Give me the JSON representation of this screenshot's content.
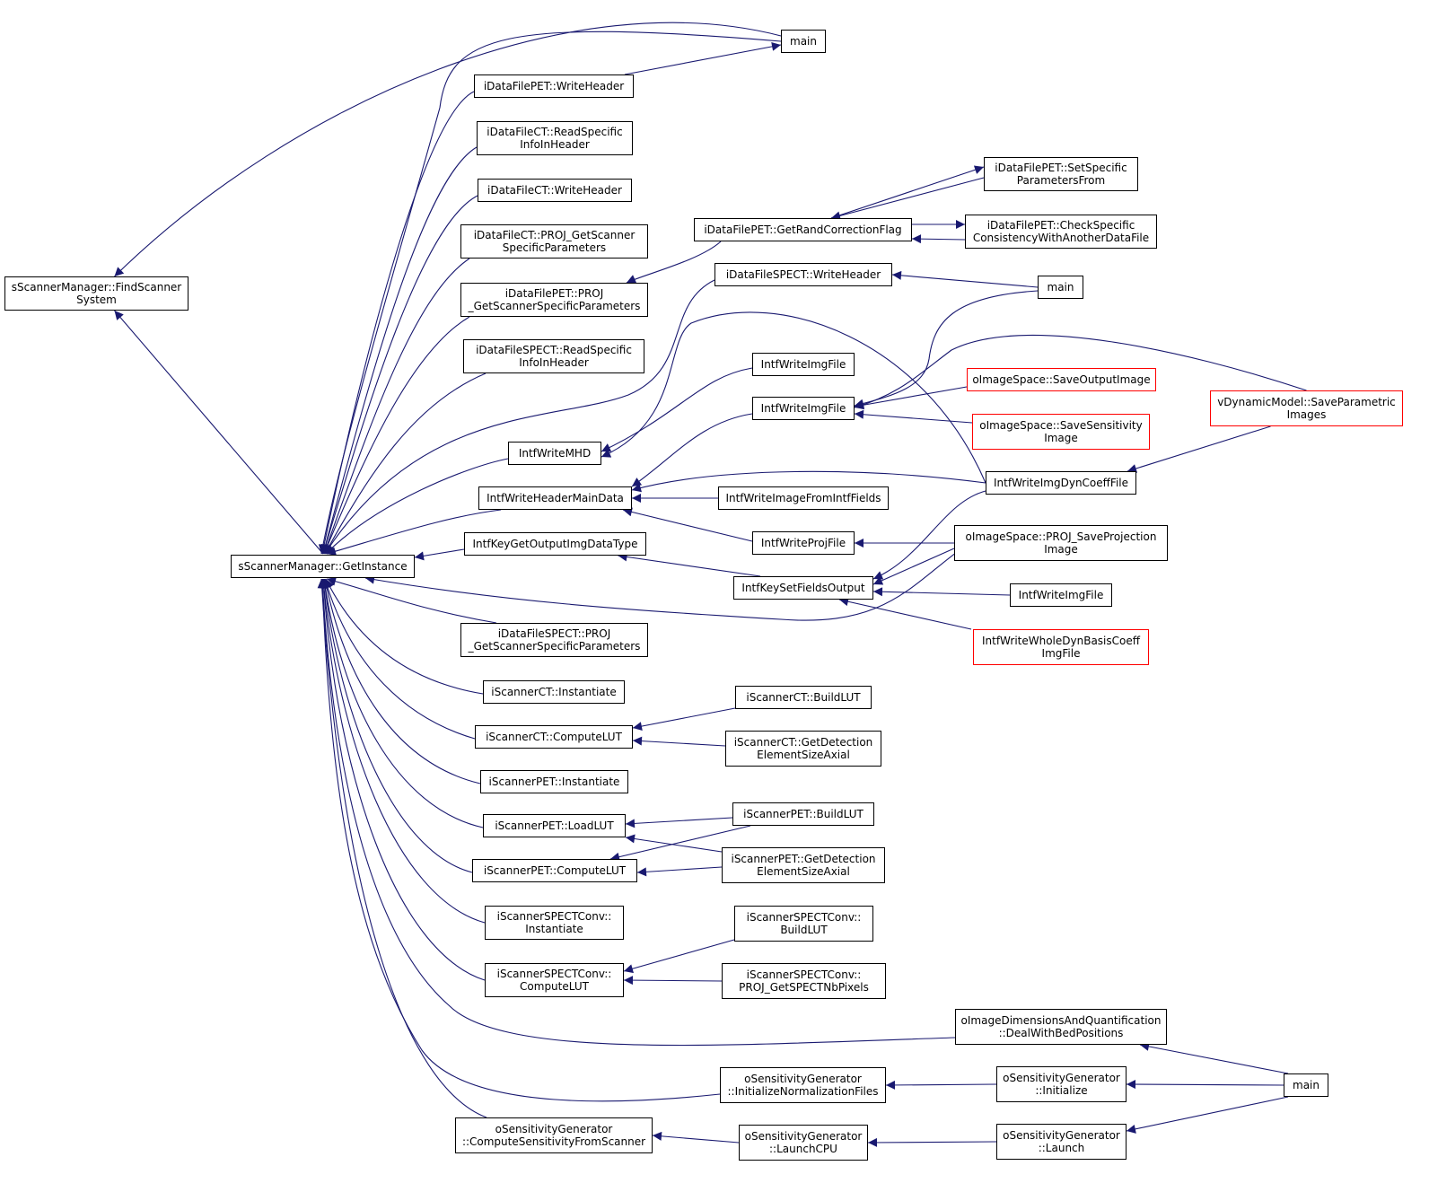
{
  "colors": {
    "edge": "#191970",
    "node_border": "#000000",
    "root_fill": "#bfbfbf",
    "truncated_border": "#ff0000"
  },
  "nodes": [
    {
      "id": "findscanner",
      "label": "sScannerManager::FindScanner\nSystem",
      "style": "root"
    },
    {
      "id": "getinstance",
      "label": "sScannerManager::GetInstance"
    },
    {
      "id": "main1",
      "label": "main"
    },
    {
      "id": "pet_writeheader",
      "label": "iDataFilePET::WriteHeader"
    },
    {
      "id": "ct_readspecific",
      "label": "iDataFileCT::ReadSpecific\nInfoInHeader"
    },
    {
      "id": "ct_writeheader",
      "label": "iDataFileCT::WriteHeader"
    },
    {
      "id": "ct_proj",
      "label": "iDataFileCT::PROJ_GetScanner\nSpecificParameters"
    },
    {
      "id": "pet_proj",
      "label": "iDataFilePET::PROJ\n_GetScannerSpecificParameters"
    },
    {
      "id": "spect_readspecific",
      "label": "iDataFileSPECT::ReadSpecific\nInfoInHeader"
    },
    {
      "id": "intfwritemhd",
      "label": "IntfWriteMHD"
    },
    {
      "id": "intfwriteheadermaindata",
      "label": "IntfWriteHeaderMainData"
    },
    {
      "id": "intfkeygetoutputimgdatatype",
      "label": "IntfKeyGetOutputImgDataType"
    },
    {
      "id": "spect_proj",
      "label": "iDataFileSPECT::PROJ\n_GetScannerSpecificParameters"
    },
    {
      "id": "scannerct_instantiate",
      "label": "iScannerCT::Instantiate"
    },
    {
      "id": "scannerct_computelut",
      "label": "iScannerCT::ComputeLUT"
    },
    {
      "id": "scannerpet_instantiate",
      "label": "iScannerPET::Instantiate"
    },
    {
      "id": "scannerpet_loadlut",
      "label": "iScannerPET::LoadLUT"
    },
    {
      "id": "scannerpet_computelut",
      "label": "iScannerPET::ComputeLUT"
    },
    {
      "id": "spectconv_instantiate",
      "label": "iScannerSPECTConv::\nInstantiate"
    },
    {
      "id": "spectconv_computelut",
      "label": "iScannerSPECTConv::\nComputeLUT"
    },
    {
      "id": "sens_computefromscanner",
      "label": "oSensitivityGenerator\n::ComputeSensitivityFromScanner"
    },
    {
      "id": "pet_getrandcorrection",
      "label": "iDataFilePET::GetRandCorrectionFlag"
    },
    {
      "id": "spect_writeheader",
      "label": "iDataFileSPECT::WriteHeader"
    },
    {
      "id": "intfwriteimgfile1",
      "label": "IntfWriteImgFile"
    },
    {
      "id": "intfwriteimgfile2",
      "label": "IntfWriteImgFile"
    },
    {
      "id": "intfwriteimagefromintffields",
      "label": "IntfWriteImageFromIntfFields"
    },
    {
      "id": "intfwriteprojfile",
      "label": "IntfWriteProjFile"
    },
    {
      "id": "intfkeysetfieldsoutput",
      "label": "IntfKeySetFieldsOutput"
    },
    {
      "id": "scannerct_buildlut",
      "label": "iScannerCT::BuildLUT"
    },
    {
      "id": "scannerct_getdetection",
      "label": "iScannerCT::GetDetection\nElementSizeAxial"
    },
    {
      "id": "scannerpet_buildlut",
      "label": "iScannerPET::BuildLUT"
    },
    {
      "id": "scannerpet_getdetection",
      "label": "iScannerPET::GetDetection\nElementSizeAxial"
    },
    {
      "id": "spectconv_buildlut",
      "label": "iScannerSPECTConv::\nBuildLUT"
    },
    {
      "id": "spectconv_nbpixels",
      "label": "iScannerSPECTConv::\nPROJ_GetSPECTNbPixels"
    },
    {
      "id": "sens_initnormfiles",
      "label": "oSensitivityGenerator\n::InitializeNormalizationFiles"
    },
    {
      "id": "sens_launchcpu",
      "label": "oSensitivityGenerator\n::LaunchCPU"
    },
    {
      "id": "pet_setspecific",
      "label": "iDataFilePET::SetSpecific\nParametersFrom"
    },
    {
      "id": "pet_checkspecific",
      "label": "iDataFilePET::CheckSpecific\nConsistencyWithAnotherDataFile"
    },
    {
      "id": "main2",
      "label": "main"
    },
    {
      "id": "saveoutputimage",
      "label": "oImageSpace::SaveOutputImage",
      "style": "truncated"
    },
    {
      "id": "savesensitivity",
      "label": "oImageSpace::SaveSensitivity\nImage",
      "style": "truncated"
    },
    {
      "id": "intfwriteimgdyncoeff",
      "label": "IntfWriteImgDynCoeffFile"
    },
    {
      "id": "proj_saveprojection",
      "label": "oImageSpace::PROJ_SaveProjection\nImage"
    },
    {
      "id": "intfwriteimgfile3",
      "label": "IntfWriteImgFile"
    },
    {
      "id": "intfwritewholedyn",
      "label": "IntfWriteWholeDynBasisCoeff\nImgFile",
      "style": "truncated"
    },
    {
      "id": "imagedims_dealwithbed",
      "label": "oImageDimensionsAndQuantification\n::DealWithBedPositions"
    },
    {
      "id": "sens_initialize",
      "label": "oSensitivityGenerator\n::Initialize"
    },
    {
      "id": "sens_launch",
      "label": "oSensitivityGenerator\n::Launch"
    },
    {
      "id": "vdynamic_saveparametric",
      "label": "vDynamicModel::SaveParametric\nImages",
      "style": "truncated"
    },
    {
      "id": "main3",
      "label": "main"
    }
  ]
}
